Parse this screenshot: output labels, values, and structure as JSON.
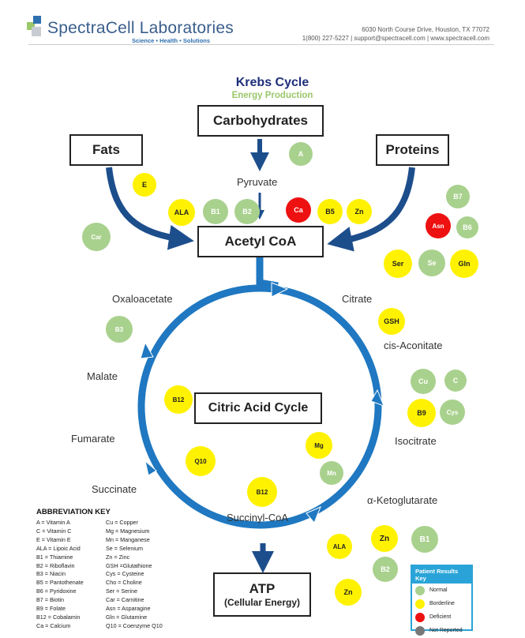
{
  "header": {
    "company": "SpectraCell Laboratories",
    "tagline": "Science  •  Health  •  Solutions",
    "address": "6030 North Course Drive, Houston, TX 77072",
    "contact": "1(800) 227-5227 | support@spectracell.com | www.spectracell.com"
  },
  "diagram": {
    "title": "Krebs Cycle",
    "subtitle": "Energy Production",
    "boxes": {
      "carbohydrates": "Carbohydrates",
      "fats": "Fats",
      "proteins": "Proteins",
      "acetyl_coa": "Acetyl CoA",
      "citric_acid_cycle": "Citric Acid Cycle",
      "atp": "ATP",
      "atp_sub": "(Cellular Energy)"
    },
    "labels": {
      "pyruvate": "Pyruvate",
      "oxaloacetate": "Oxaloacetate",
      "citrate": "Citrate",
      "cis_aconitate": "cis-Aconitate",
      "malate": "Malate",
      "isocitrate": "Isocitrate",
      "fumarate": "Fumarate",
      "succinate": "Succinate",
      "ketoglutarate": "α-Ketoglutarate",
      "succinyl_coa": "Succinyl-CoA"
    },
    "colors": {
      "arrow": "#1d4e8c",
      "cycle": "#1f78c1",
      "normal": "#a9d18e",
      "borderline": "#fff200",
      "deficient": "#ee1111",
      "not_reported": "#777777"
    },
    "nutrients": [
      {
        "label": "A",
        "status": "normal"
      },
      {
        "label": "E",
        "status": "borderline"
      },
      {
        "label": "ALA",
        "status": "borderline"
      },
      {
        "label": "B1",
        "status": "normal"
      },
      {
        "label": "B2",
        "status": "normal"
      },
      {
        "label": "Ca",
        "status": "deficient"
      },
      {
        "label": "B5",
        "status": "borderline"
      },
      {
        "label": "Zn",
        "status": "borderline"
      },
      {
        "label": "Car",
        "status": "normal"
      },
      {
        "label": "B7",
        "status": "normal"
      },
      {
        "label": "Asn",
        "status": "deficient"
      },
      {
        "label": "B6",
        "status": "normal"
      },
      {
        "label": "Ser",
        "status": "borderline"
      },
      {
        "label": "Se",
        "status": "normal"
      },
      {
        "label": "Gln",
        "status": "borderline"
      },
      {
        "label": "B3",
        "status": "normal"
      },
      {
        "label": "GSH",
        "status": "borderline"
      },
      {
        "label": "Cu",
        "status": "normal"
      },
      {
        "label": "C",
        "status": "normal"
      },
      {
        "label": "B9",
        "status": "borderline"
      },
      {
        "label": "Cys",
        "status": "normal"
      },
      {
        "label": "B12",
        "status": "borderline"
      },
      {
        "label": "Mg",
        "status": "borderline"
      },
      {
        "label": "Mn",
        "status": "normal"
      },
      {
        "label": "Q10",
        "status": "borderline"
      },
      {
        "label": "B12",
        "status": "borderline"
      },
      {
        "label": "ALA",
        "status": "borderline"
      },
      {
        "label": "Zn",
        "status": "borderline"
      },
      {
        "label": "B1",
        "status": "normal"
      },
      {
        "label": "B2",
        "status": "normal"
      },
      {
        "label": "Zn",
        "status": "borderline"
      }
    ]
  },
  "abbreviation_key": {
    "title": "ABBREVIATION KEY",
    "left": [
      "A = Vitamin A",
      "C = Vitamin C",
      "E = Vitamin E",
      "ALA = Lipoic Acid",
      "B1 = Thiamine",
      "B2 = Riboflavin",
      "B3 = Niacin",
      "B5 = Pantothenate",
      "B6 = Pyridoxine",
      "B7 = Biotin",
      "B9 = Folate",
      "B12 = Cobalamin",
      "Ca = Calcium"
    ],
    "right": [
      "Cu = Copper",
      "Mg = Magnesium",
      "Mn = Manganese",
      "Se = Selenium",
      "Zn = Zinc",
      "GSH =Glutathione",
      "Cys = Cysteine",
      "Cho = Choline",
      "Ser = Serine",
      "Car = Carnitine",
      "Asn = Asparagine",
      "Gln = Glutamine",
      "Q10 = Coenzyme Q10"
    ]
  },
  "results_key": {
    "title": "Patient Results Key",
    "items": [
      {
        "label": "Normal",
        "color": "#a9d18e"
      },
      {
        "label": "Borderline",
        "color": "#fff200"
      },
      {
        "label": "Deficient",
        "color": "#ee1111"
      },
      {
        "label": "Not Reported",
        "color": "#777777"
      }
    ]
  }
}
